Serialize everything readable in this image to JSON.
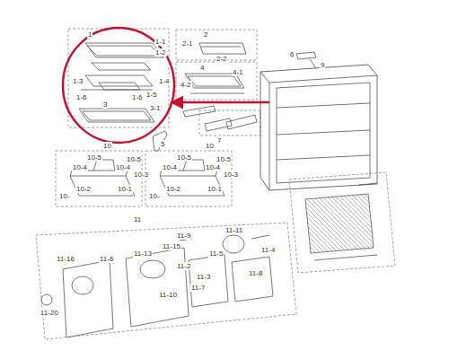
{
  "diagram": {
    "labels": [
      "1",
      "1-1",
      "1-2",
      "1-3",
      "1-4",
      "1-5",
      "1-6",
      "1-6",
      "3",
      "3-1",
      "2",
      "2-1",
      "2-2",
      "4",
      "4-1",
      "4-2",
      "6",
      "9",
      "7",
      "5",
      "10",
      "10",
      "10-5",
      "10-5",
      "10-4",
      "10-4",
      "10-3",
      "10-2",
      "10-1",
      "10-",
      "10-5",
      "10-5",
      "10-4",
      "10-4",
      "10-3",
      "10-2",
      "10-1",
      "10-",
      "11",
      "11-11",
      "11-5",
      "11-4",
      "11-9",
      "11-15",
      "11-13",
      "11-16",
      "11-6",
      "11-2",
      "11-3",
      "11-8",
      "11-7",
      "11-10",
      "11-20"
    ]
  }
}
